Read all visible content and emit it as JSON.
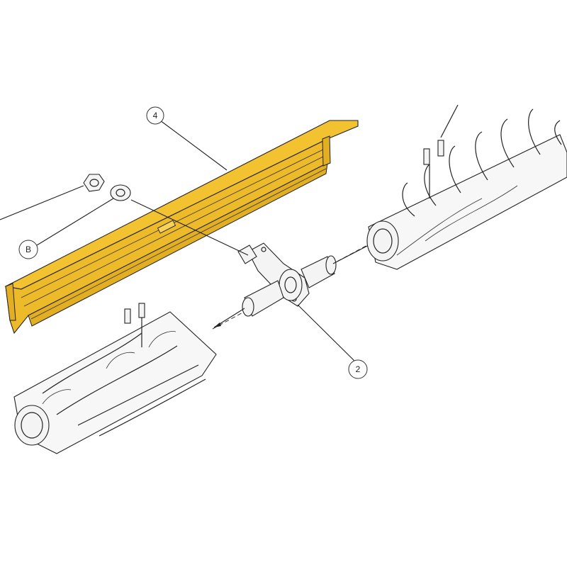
{
  "colors": {
    "highlight": "#F2C230",
    "highlight_dark": "#B8901A",
    "line": "#222222",
    "background": "#FFFFFF"
  },
  "callouts": [
    {
      "id": "callout-4",
      "label": "4",
      "highlighted": true
    },
    {
      "id": "callout-b",
      "label": "B",
      "highlighted": false
    },
    {
      "id": "callout-2",
      "label": "2",
      "highlighted": false
    }
  ]
}
